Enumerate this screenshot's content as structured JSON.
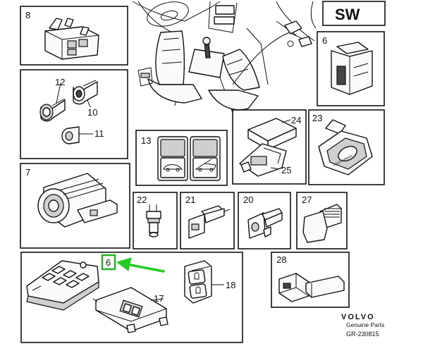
{
  "badge": {
    "text": "SW"
  },
  "callouts": {
    "c6_top": "6",
    "c8": "8",
    "c12": "12",
    "c10": "10",
    "c11": "11",
    "c13": "13",
    "c24": "24",
    "c25": "25",
    "c23": "23",
    "c7": "7",
    "c22": "22",
    "c21": "21",
    "c20": "20",
    "c27": "27",
    "c6_highlight": "6",
    "c18": "18",
    "c17": "17",
    "c28": "28"
  },
  "part23_text": "PASS AIRBAG",
  "highlight": {
    "border_color": "#22b322",
    "arrow_color": "#22cc22"
  },
  "footer": {
    "brand": "VOLVO",
    "subtitle": "Genuine Parts",
    "reference": "GR-230815"
  }
}
